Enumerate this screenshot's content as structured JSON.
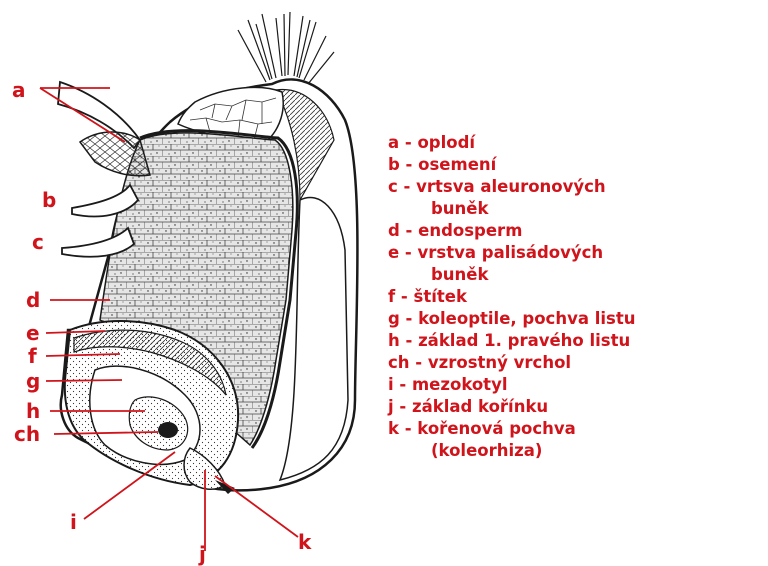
{
  "labels": {
    "a": "a",
    "b": "b",
    "c": "c",
    "d": "d",
    "e": "e",
    "f": "f",
    "g": "g",
    "h": "h",
    "ch": "ch",
    "i": "i",
    "j": "j",
    "k": "k"
  },
  "legend": [
    "a - oplodí",
    "b - osemení",
    "c - vrtsva aleuronových",
    "buněk",
    "d - endosperm",
    "e - vrstva palisádových",
    "buněk",
    "f - štítek",
    "g - koleoptile, pochva listu",
    "h - základ 1. pravého listu",
    "ch - vzrostný vrchol",
    "i - mezokotyl",
    "j - základ kořínku",
    "k - kořenová pochva",
    "(koleorhiza)"
  ],
  "colors": {
    "label": "#d0141b",
    "ink": "#1a1a1a"
  }
}
